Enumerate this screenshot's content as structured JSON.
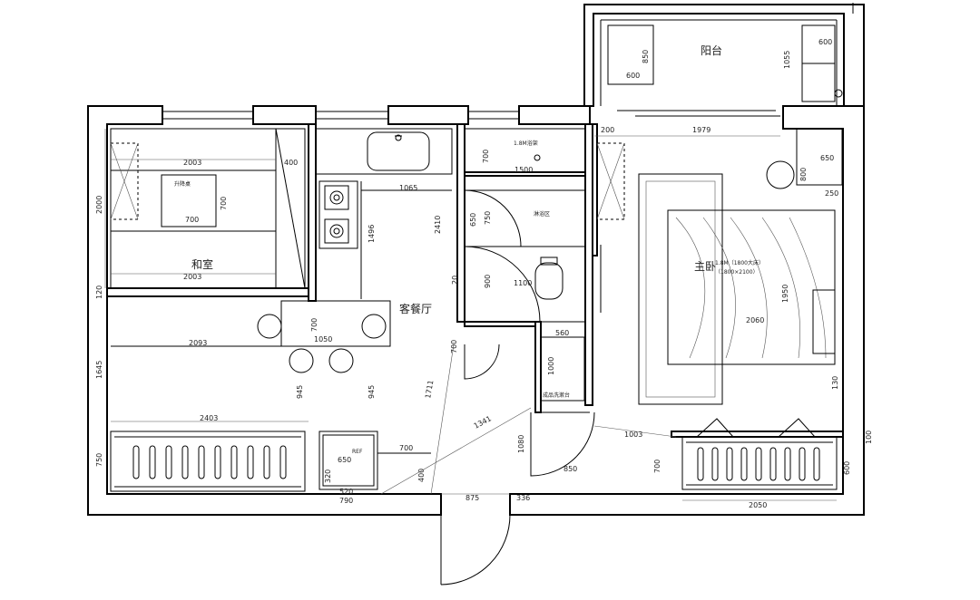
{
  "rooms": {
    "washitsu": "和室",
    "living": "客餐厅",
    "master": "主卧",
    "balcony": "阳台",
    "shower": "淋浴区",
    "cabinet": "成品洗漱台"
  },
  "fixtures": {
    "lift_table": "升降桌",
    "bath_rack": "1.8M浴架",
    "bed_spec": "1.8M（1800大床）",
    "bed_size": "（1800×2100）",
    "fridge": "REF"
  },
  "dims": {
    "w_2003_top": "2003",
    "w_400": "400",
    "w_2000": "2000",
    "w_700_table": "700",
    "w_700_table_v": "700",
    "w_2003_bottom": "2003",
    "w_120": "120",
    "w_2093": "2093",
    "w_1050": "1050",
    "w_700_bar": "700",
    "w_1645": "1645",
    "w_945_a": "945",
    "w_945_b": "945",
    "w_2403": "2403",
    "w_750_left": "750",
    "w_1065": "1065",
    "w_1496": "1496",
    "w_2410": "2410",
    "w_700_bath": "700",
    "w_1500": "1500",
    "w_650": "650",
    "w_750_bath": "750",
    "w_900": "900",
    "w_1100": "1100",
    "w_20": "20",
    "w_560": "560",
    "w_1000": "1000",
    "w_700_door": "700",
    "w_1711": "1711",
    "w_1341": "1341",
    "w_1080": "1080",
    "w_850": "850",
    "w_1003": "1003",
    "w_650_fridge": "650",
    "w_320": "320",
    "w_520": "520",
    "w_700_fridge": "700",
    "w_400_lower": "400",
    "w_790": "790",
    "w_875": "875",
    "w_336": "336",
    "w_2060": "2060",
    "w_700_right": "700",
    "w_600_right": "600",
    "w_100": "100",
    "w_130": "130",
    "w_1950": "1950",
    "w_2050": "2050",
    "w_1979": "1979",
    "w_850_bal": "850",
    "w_600_bal_l": "600",
    "w_1055": "1055",
    "w_600_bal_r": "600",
    "w_650_side": "650",
    "w_800": "800",
    "w_250": "250",
    "w_200": "200"
  }
}
